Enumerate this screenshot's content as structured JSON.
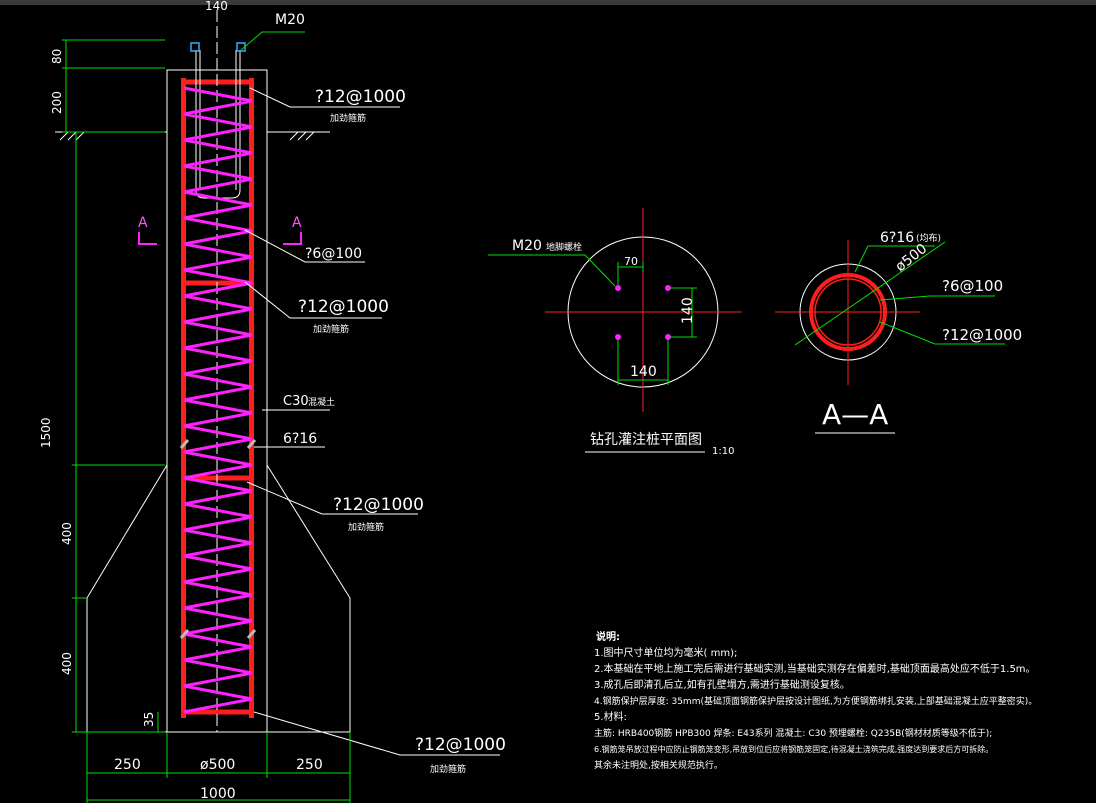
{
  "elevation": {
    "top_label": "140",
    "bolt_label": "M20",
    "dims_left": [
      "80",
      "200",
      "1500",
      "400",
      "400"
    ],
    "dim_35": "35",
    "dims_bottom": [
      "250",
      "ø500",
      "250"
    ],
    "dim_total": "1000",
    "section_mark": "A",
    "callouts": [
      {
        "main": "?12@1000",
        "sub": "加劲箍筋"
      },
      {
        "main": "?6@100",
        "sub": ""
      },
      {
        "main": "?12@1000",
        "sub": "加劲箍筋"
      },
      {
        "main": "C30",
        "sub": "混凝土"
      },
      {
        "main": "6?16",
        "sub": ""
      },
      {
        "main": "?12@1000",
        "sub": "加劲箍筋"
      },
      {
        "main": "?12@1000",
        "sub": "加劲箍筋"
      }
    ]
  },
  "plan": {
    "bolt_label": "M20",
    "bolt_sub": "地脚螺栓",
    "dim_top": "70",
    "dim_side": "140",
    "dim_bottom": "140",
    "title": "钻孔灌注桩平面图",
    "scale": "1:10"
  },
  "section": {
    "label_6_16": "6?16",
    "label_6_16_sub": "(均布)",
    "diameter": "ø500",
    "label_6_100": "?6@100",
    "label_12_1000": "?12@1000",
    "title": "A—A"
  },
  "notes": {
    "heading": "说明:",
    "lines": [
      "1.图中尺寸单位均为毫米(      mm);",
      "2.本基础在平地上施工完后需进行基础实测,当基础实测存在偏差时,基础顶面最高处应不低于1.5m。",
      "3.成孔后即清孔后立,如有孔壁塌方,需进行基础测设复核。",
      "4.钢筋保护层厚度:      35mm(基础顶面钢筋保护层按设计图纸,为方便钢筋绑扎安装,上部基础混凝土应平整密实)。",
      "5.材料:",
      "主筋: HRB400钢筋  HPB300  焊条: E43系列  混凝土: C30  预埋螺栓: Q235B(钢材材质等级不低于);",
      "6.钢筋笼吊放过程中应防止钢筋笼变形,吊放到位后应将钢筋笼固定,待混凝土浇筑完成,强度达到要求后方可拆除。",
      "其余未注明处,按相关规范执行。"
    ]
  }
}
